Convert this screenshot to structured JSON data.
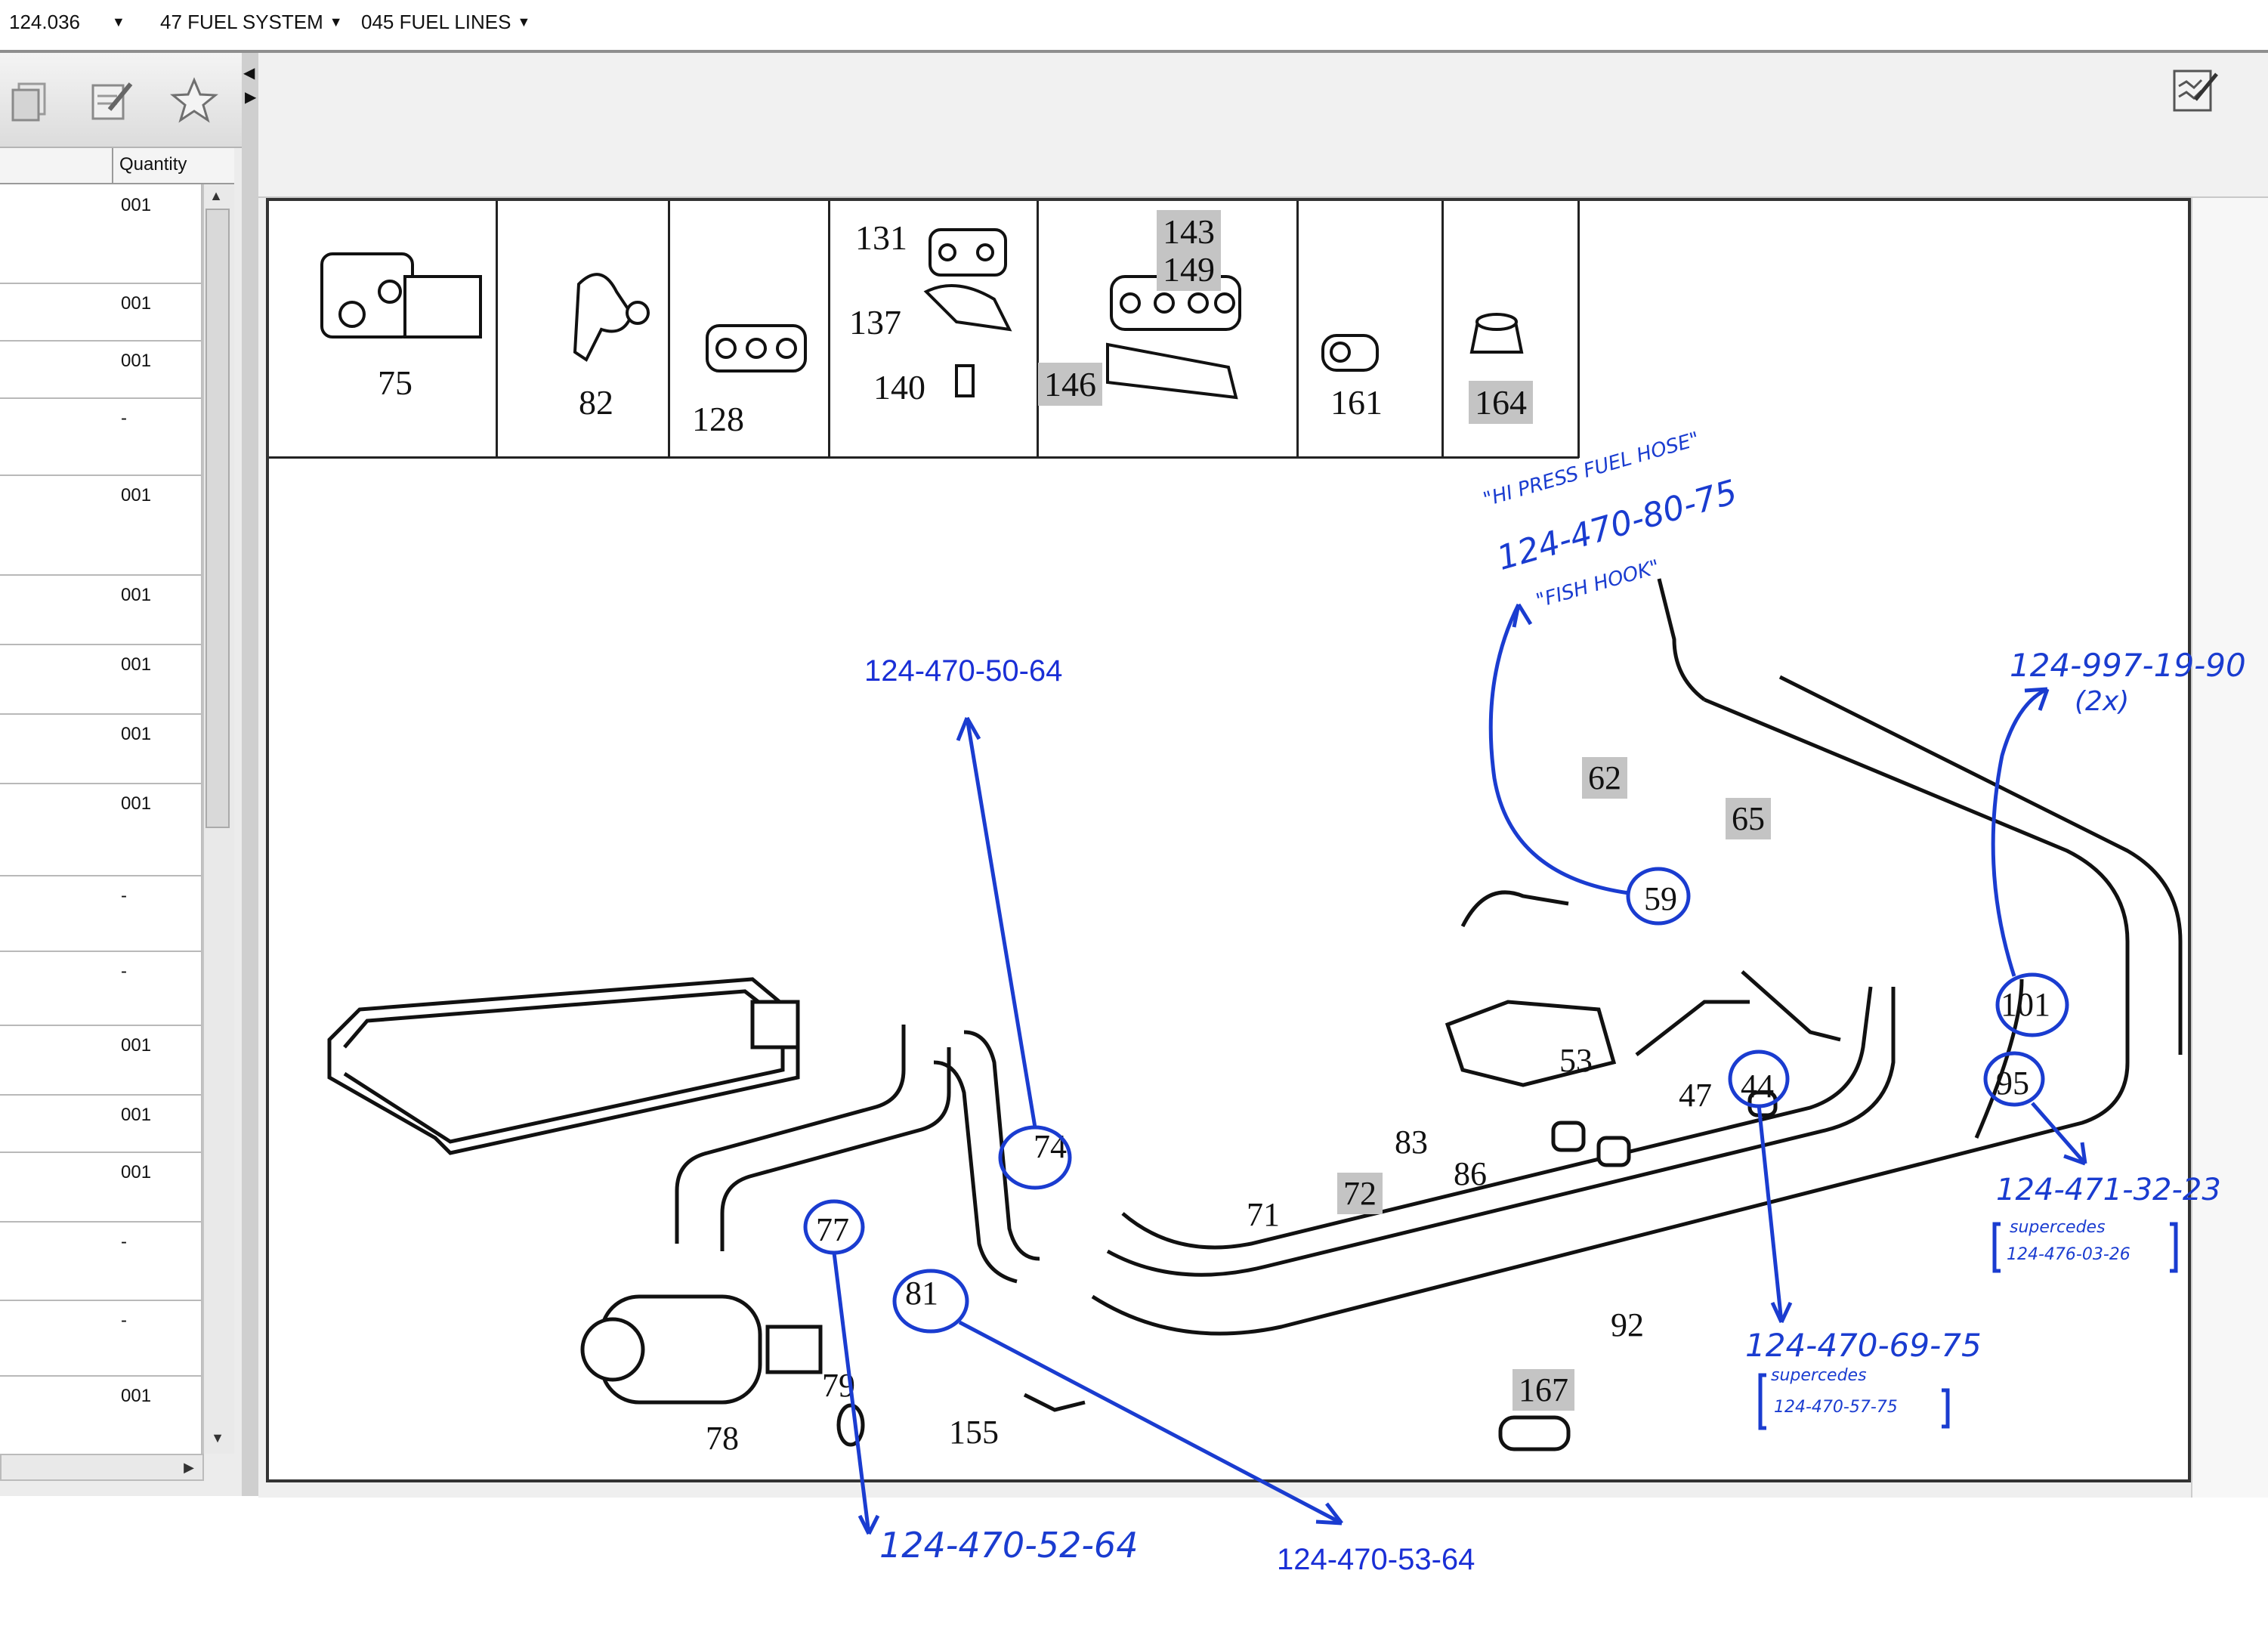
{
  "breadcrumb": {
    "model": "124.036",
    "group": "47 FUEL SYSTEM",
    "subgroup": "045 FUEL LINES"
  },
  "left_panel": {
    "column_header": "Quantity",
    "rows": [
      "001",
      "001",
      "001",
      "-",
      "001",
      "001",
      "001",
      "001",
      "001",
      "-",
      "-",
      "001",
      "001",
      "001",
      "-",
      "-",
      "001"
    ]
  },
  "parts_row": [
    "75",
    "82",
    "128",
    "131",
    "137",
    "140",
    "143",
    "149",
    "146",
    "161",
    "164"
  ],
  "diagram_labels": [
    "62",
    "65",
    "59",
    "53",
    "47",
    "44",
    "101",
    "95",
    "83",
    "86",
    "72",
    "71",
    "74",
    "77",
    "81",
    "79",
    "78",
    "155",
    "92",
    "167"
  ],
  "annotations": {
    "typed_74": "124-470-50-64",
    "typed_81": "124-470-53-64",
    "hand_77": "124-470-52-64",
    "hand_59_line1": "\"HI PRESS FUEL HOSE\"",
    "hand_59_line2": "124-470-80-75",
    "hand_59_line3": "\"FISH HOOK\"",
    "hand_101_line1": "124-997-19-90",
    "hand_101_line2": "(2x)",
    "hand_95_line1": "124-471-32-23",
    "hand_95_line2": "supercedes",
    "hand_95_line3": "124-476-03-26",
    "hand_44_line1": "124-470-69-75",
    "hand_44_line2": "supercedes",
    "hand_44_line3": "124-470-57-75"
  },
  "colors": {
    "ink": "#1a3cd0",
    "highlight": "#c4c4c4"
  }
}
